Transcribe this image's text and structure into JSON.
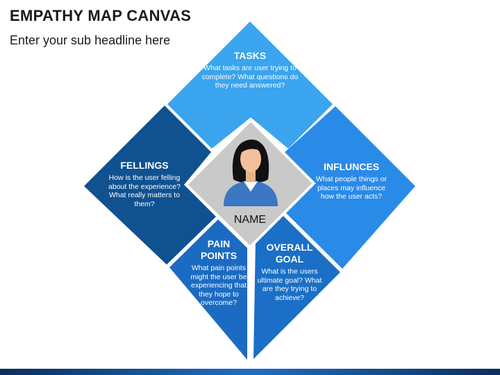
{
  "header": {
    "title": "EMPATHY MAP CANVAS",
    "subtitle": "Enter your sub headline here"
  },
  "center": {
    "name_label": "NAME"
  },
  "sections": {
    "tasks": {
      "title": "TASKS",
      "description": "What tasks are user trying to complete? What questions do they need answered?",
      "color": "#3aa4ee"
    },
    "influences": {
      "title": "INFLUNCES",
      "description": "What people things or places may influence how the user acts?",
      "color": "#2a8ae8"
    },
    "overall_goal": {
      "title": "OVERALL GOAL",
      "description": "What is the users ultimate goal? What are they trying to achieve?",
      "color": "#1b6fc6"
    },
    "pain_points": {
      "title": "PAIN POINTS",
      "description": "What pain points might the user be experiencing that they hope to overcome?",
      "color": "#1c6bc2"
    },
    "feelings": {
      "title": "FELLINGS",
      "description": "How is the user felling about the experience? What really matters to them?",
      "color": "#10518f"
    }
  },
  "center_color": "#c9c9c9",
  "avatar_icon": "person-avatar-icon"
}
